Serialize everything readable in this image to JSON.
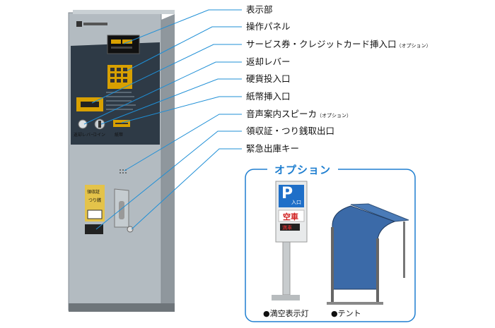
{
  "labels": [
    {
      "text": "表示部",
      "note": ""
    },
    {
      "text": "操作パネル",
      "note": ""
    },
    {
      "text": "サービス券・クレジットカード挿入口",
      "note": "（オプション）"
    },
    {
      "text": "返却レバー",
      "note": ""
    },
    {
      "text": "硬貨投入口",
      "note": ""
    },
    {
      "text": "紙幣挿入口",
      "note": ""
    },
    {
      "text": "音声案内スピーカ",
      "note": "（オプション）"
    },
    {
      "text": "領収証・つり銭取出口",
      "note": ""
    },
    {
      "text": "緊急出庫キー",
      "note": ""
    }
  ],
  "machine_text": {
    "lever": "返却レバー",
    "coin": "コイン",
    "bill": "紙幣",
    "receipt_1": "領収証",
    "receipt_2": "つり銭"
  },
  "options": {
    "title": "オプション",
    "items": [
      {
        "caption": "●満空表示灯",
        "sign_letter": "P",
        "sign_sub": "入口",
        "sign_status": "空車",
        "sign_strip": "満車"
      },
      {
        "caption": "●テント"
      }
    ]
  },
  "colors": {
    "accent": "#1f7fd0",
    "machine": "#a9b2b8",
    "panel": "#2e3a46",
    "tent": "#3b6aa8"
  }
}
